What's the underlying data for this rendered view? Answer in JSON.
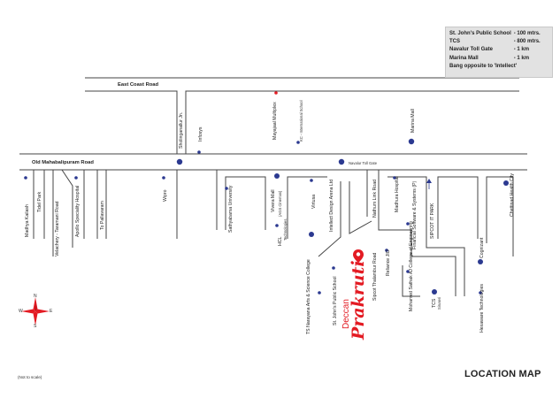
{
  "distances": [
    {
      "place": "St. John's Public School",
      "distance": "- 100 mtrs."
    },
    {
      "place": "TCS",
      "distance": "- 800 mtrs."
    },
    {
      "place": "Navalur Toll Gate",
      "distance": "- 1 km"
    },
    {
      "place": "Marina Mall",
      "distance": "- 1 km"
    },
    {
      "place": "Bang opposite to 'Intellect'",
      "distance": ""
    }
  ],
  "roads": {
    "ecr": "East Coast Road",
    "omr": "Old Mahabalipuram Road",
    "thalambur": "Sipcot Thalambur Road",
    "nathum": "Nathum Link Road",
    "sipcot": "SIPCOT IT PARK"
  },
  "landmarks": {
    "muttukadu": "Mayajaal Multiplex",
    "kc_school": "KC - International School",
    "marina_mall": "Marina Mall",
    "sholinganallur": "Sholinganallur Jn.",
    "infosys": "Infosys",
    "navalur_toll": "Navalur Toll Gate",
    "madhya_kailash": "Madhya Kailash",
    "tidel_park": "Tidel Park",
    "velachery": "Velachery - Taramani Road",
    "apollo": "Apollo Speciality Hospital",
    "pallavaram": "To Pallavaram",
    "wipro": "Wipro",
    "sathyabama": "Sathyabama University",
    "vivera": "Vivera Mall",
    "vivera_sub": "(AGS Cinemas)",
    "hcl": "HCL",
    "hcl_sub": "Technologies",
    "virtusa": "Virtusa",
    "intellect": "Intellect Design Arena Ltd",
    "madhura": "Madhura Hospital",
    "financial": "Financial Software & Systems (P)",
    "chettinad": "Chettinad Health City",
    "reliance": "Reliance JIO",
    "cognizant": "Cognizant",
    "mohamed": "Mohamed Sathak AJ College of Engineering",
    "tcs": "TCS",
    "tcs_sub": "Siruseri",
    "hexaware": "Hexaware Technologies",
    "stjohns": "St. John's Public School",
    "tsnarayana": "TS Narayana Arts & Science College"
  },
  "brand": {
    "deccan": "Deccan",
    "name": "Prakruti"
  },
  "title": "LOCATION MAP",
  "scale_note": "(Not to scale)",
  "compass": {
    "n": "N",
    "s": "S",
    "e": "E",
    "w": "W"
  },
  "colors": {
    "marker": "#2b3990",
    "brand": "#e31b23",
    "road": "#444444",
    "infobox": "#e2e2e2"
  }
}
